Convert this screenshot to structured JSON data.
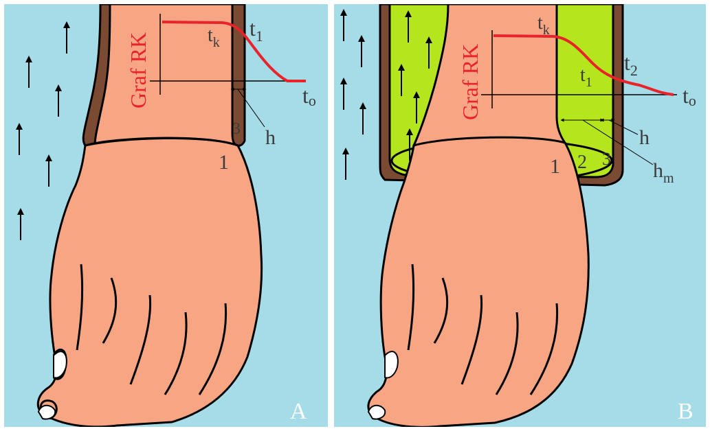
{
  "panels": [
    {
      "panel_letter": "A",
      "graph_title": "Graf RK",
      "labels": {
        "tk": "t",
        "tk_sub": "k",
        "t1": "t",
        "t1_sub": "1",
        "to": "t",
        "to_sub": "o",
        "h": "h",
        "n1": "1",
        "n3": "3"
      }
    },
    {
      "panel_letter": "B",
      "graph_title": "Graf RK",
      "labels": {
        "tk": "t",
        "tk_sub": "k",
        "t1": "t",
        "t1_sub": "1",
        "t2": "t",
        "t2_sub": "2",
        "to": "t",
        "to_sub": "o",
        "h": "h",
        "hm": "h",
        "hm_sub": "m",
        "n1": "1",
        "n2": "2",
        "n3": "3"
      }
    }
  ],
  "colors": {
    "background_water": "#a6dbe8",
    "skin": "#f7a583",
    "sleeve": "#7b4a33",
    "insulation": "#b5e61d",
    "graph_curve": "#e8232a",
    "outline": "#000000",
    "label_text": "#3b3b3b",
    "panel_letter": "#ffffff",
    "divider": "#ffffff"
  },
  "icons": [
    "up-arrow-icon"
  ]
}
